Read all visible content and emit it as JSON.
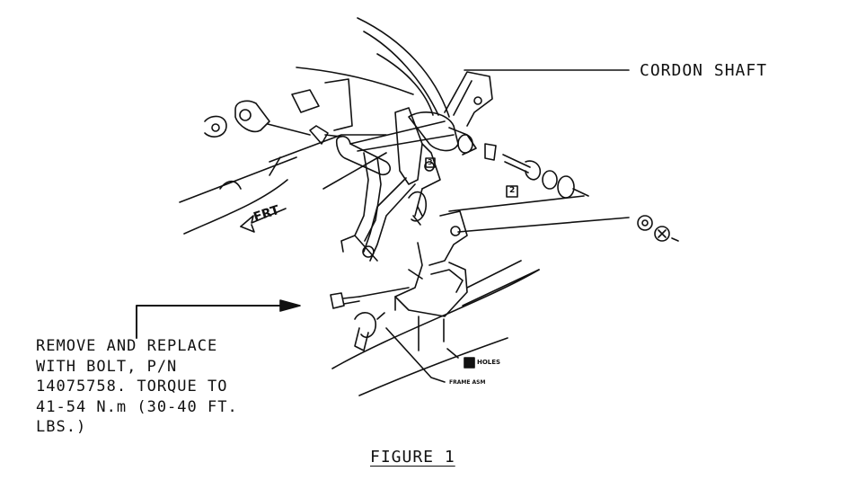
{
  "callouts": {
    "cordon_shaft": "CORDON SHAFT",
    "remove_replace": [
      "REMOVE AND REPLACE",
      "WITH BOLT, P/N",
      "14075758. TORQUE TO",
      "41-54 N.m (30-40 FT.",
      "LBS.)"
    ]
  },
  "part_markers": {
    "frt": "FRT",
    "item_2": "2",
    "item_3": "3",
    "holes": "HOLES",
    "frame_asm": "FRAME ASM"
  },
  "caption": "FIGURE 1"
}
